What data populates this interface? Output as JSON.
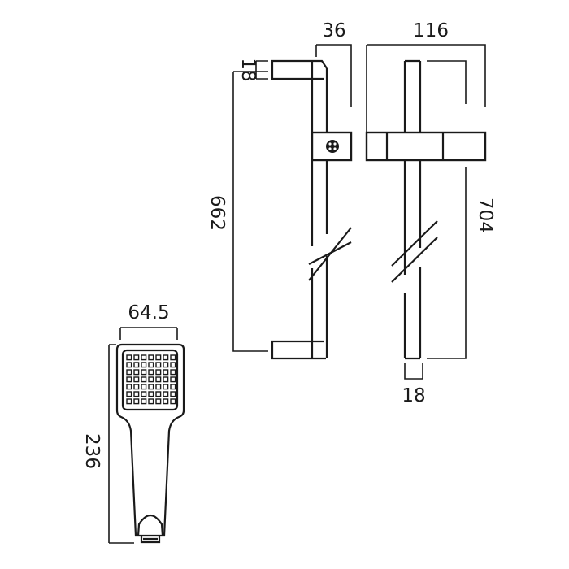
{
  "colors": {
    "line": "#1a1a1a",
    "background": "#ffffff"
  },
  "dimensions": {
    "bracket_depth": "36",
    "bracket_width": "116",
    "bracket_thickness": "18",
    "rail_length_side": "662",
    "rail_length_front": "704",
    "rail_width": "18",
    "handset_width": "64.5",
    "handset_length": "236"
  }
}
